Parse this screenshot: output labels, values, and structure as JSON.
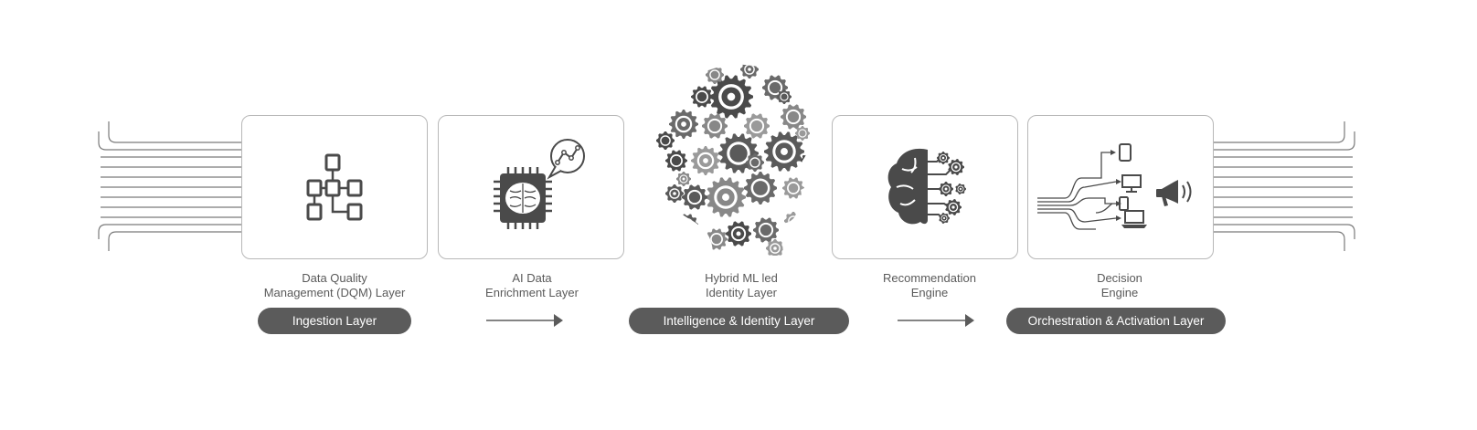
{
  "diagram": {
    "stages": [
      {
        "caption": "Data Quality\nManagement (DQM) Layer",
        "icon": "flowchart-icon"
      },
      {
        "caption": "AI Data\nEnrichment Layer",
        "icon": "ai-chip-brain-icon"
      },
      {
        "caption": "Hybrid ML led\nIdentity Layer",
        "icon": "gear-head-icon"
      },
      {
        "caption": "Recommendation\nEngine",
        "icon": "brain-gears-icon"
      },
      {
        "caption": "Decision\nEngine",
        "icon": "multichannel-devices-icon"
      }
    ],
    "layers": [
      {
        "label": "Ingestion Layer"
      },
      {
        "label": "Intelligence & Identity Layer"
      },
      {
        "label": "Orchestration & Activation Layer"
      }
    ],
    "colors": {
      "pill": "#5b5b5b",
      "icon": "#4a4a4a",
      "line": "#7a7a7a",
      "card_border": "#b8b8b8"
    }
  }
}
